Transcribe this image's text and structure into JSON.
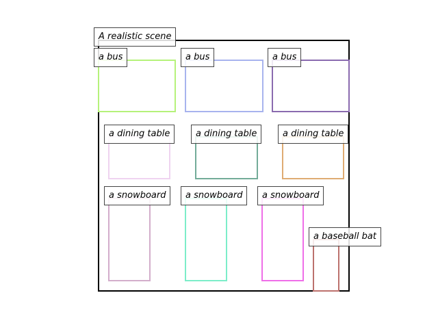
{
  "scene": {
    "title": "A realistic scene",
    "frame_color": "#000000"
  },
  "objects": [
    {
      "label": "a bus",
      "color": "#b5f27a"
    },
    {
      "label": "a bus",
      "color": "#a7b3ee"
    },
    {
      "label": "a bus",
      "color": "#8a6aaf"
    },
    {
      "label": "a dining table",
      "color": "#efd3f0"
    },
    {
      "label": "a dining table",
      "color": "#72ab98"
    },
    {
      "label": "a dining table",
      "color": "#dfab72"
    },
    {
      "label": "a snowboard",
      "color": "#d3adcb"
    },
    {
      "label": "a snowboard",
      "color": "#7cedc9"
    },
    {
      "label": "a snowboard",
      "color": "#ef6ee8"
    },
    {
      "label": "a baseball bat",
      "color": "#bc716d"
    }
  ]
}
